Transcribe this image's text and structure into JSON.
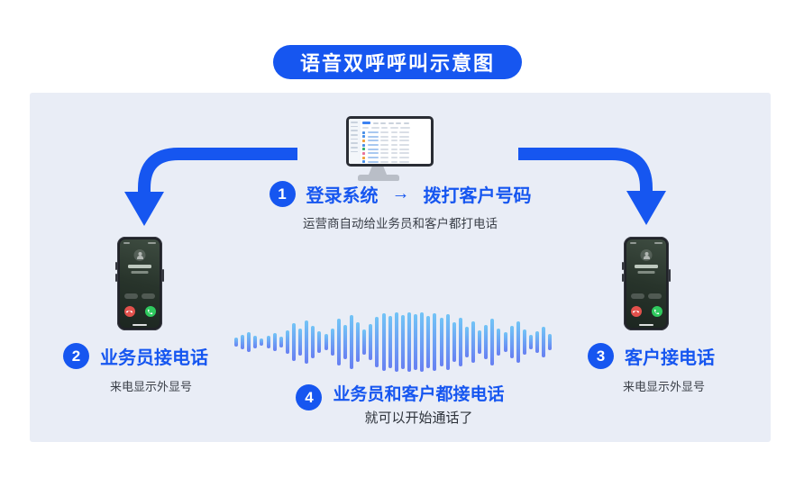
{
  "title": {
    "text": "语音双呼呼叫示意图"
  },
  "colors": {
    "accent": "#1656F0",
    "panel_bg": "#E9EDF6",
    "subtitle_text": "#3A3F48",
    "wave_top": "#72C4F6",
    "wave_bottom": "#677FF2",
    "decline_red": "#E2514C",
    "accept_green": "#2FC95E"
  },
  "steps": {
    "step1": {
      "number": "1",
      "action": "登录系统",
      "arrow": "→",
      "target": "拨打客户号码",
      "subtitle": "运营商自动给业务员和客户都打电话"
    },
    "step2": {
      "number": "2",
      "label": "业务员接电话",
      "subtitle": "来电显示外显号"
    },
    "step3": {
      "number": "3",
      "label": "客户接电话",
      "subtitle": "来电显示外显号"
    },
    "step4": {
      "number": "4",
      "label": "业务员和客户都接电话",
      "subtitle": "就可以开始通话了"
    }
  },
  "waveform": {
    "bar_heights": [
      10,
      16,
      22,
      14,
      8,
      14,
      20,
      12,
      26,
      42,
      30,
      48,
      36,
      24,
      18,
      30,
      52,
      38,
      60,
      44,
      28,
      40,
      56,
      64,
      58,
      66,
      60,
      66,
      62,
      66,
      58,
      64,
      54,
      62,
      44,
      54,
      34,
      46,
      26,
      38,
      52,
      30,
      22,
      36,
      46,
      28,
      16,
      24,
      34,
      18
    ]
  },
  "monitor": {
    "row_icon_colors": [
      "#4A90E8",
      "#4A90E8",
      "#F0A13C",
      "#4A90E8",
      "#35B06F",
      "#E8729A",
      "#F0A13C",
      "#4A90E8"
    ]
  }
}
